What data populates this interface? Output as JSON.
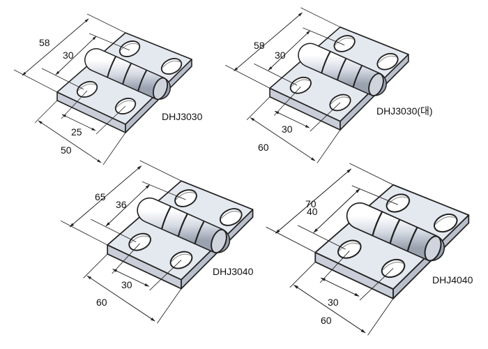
{
  "hinges": [
    {
      "model": "DHJ3030",
      "dims": {
        "overall_length": "58",
        "hole_pitch_length": "30",
        "hole_pitch_width": "25",
        "overall_width": "50"
      }
    },
    {
      "model": "DHJ3030(대)",
      "dims": {
        "overall_length": "58",
        "hole_pitch_length": "30",
        "hole_pitch_width": "30",
        "overall_width": "60"
      }
    },
    {
      "model": "DHJ3040",
      "dims": {
        "overall_length": "65",
        "hole_pitch_length": "36",
        "hole_pitch_width": "30",
        "overall_width": "60"
      }
    },
    {
      "model": "DHJ4040",
      "dims": {
        "overall_length": "70",
        "hole_pitch_length": "40",
        "hole_pitch_width": "30",
        "overall_width": "60"
      }
    }
  ],
  "colors": {
    "plate": "#e4e8ef",
    "line": "#222222",
    "knuckle": "#d3d8e2"
  }
}
